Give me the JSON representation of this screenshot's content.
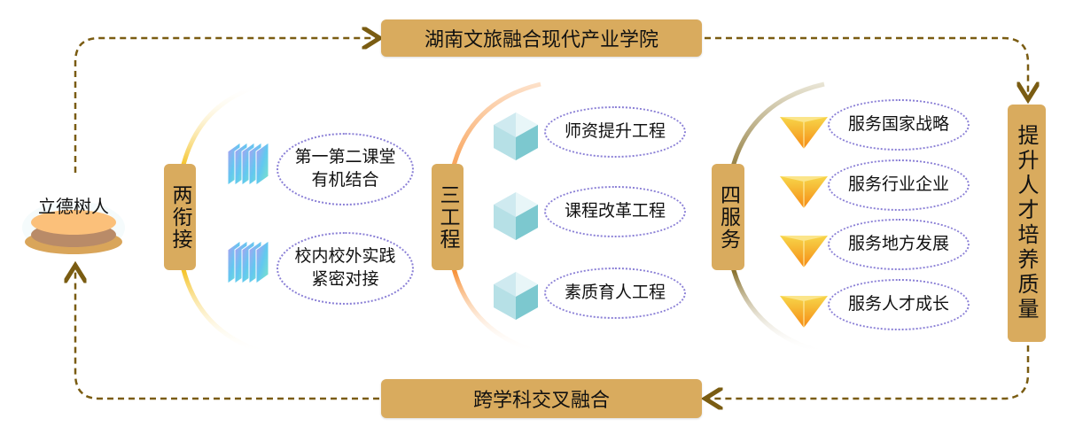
{
  "top_box": "湖南文旅融合现代产业学院",
  "bottom_box": "跨学科交叉融合",
  "right_box": "提升人才培养质量",
  "core": "立德树人",
  "groups": [
    {
      "title": "两衔接",
      "color": "#f5c52e",
      "icon": "stacked-cards-icon",
      "items": [
        "第一第二课堂\n有机结合",
        "校内校外实践\n紧密对接"
      ]
    },
    {
      "title": "三工程",
      "color": "#f7923a",
      "icon": "crystal-hexagon-icon",
      "items": [
        "师资提升工程",
        "课程改革工程",
        "素质育人工程"
      ]
    },
    {
      "title": "四服务",
      "color": "#8a7330",
      "icon": "gold-pyramid-icon",
      "items": [
        "服务国家战略",
        "服务行业企业",
        "服务地方发展",
        "服务人才成长"
      ]
    }
  ],
  "colors": {
    "box": "#d9ab5e",
    "arrow": "#7a5c12",
    "ellipse_border": "#8a7fd6"
  }
}
